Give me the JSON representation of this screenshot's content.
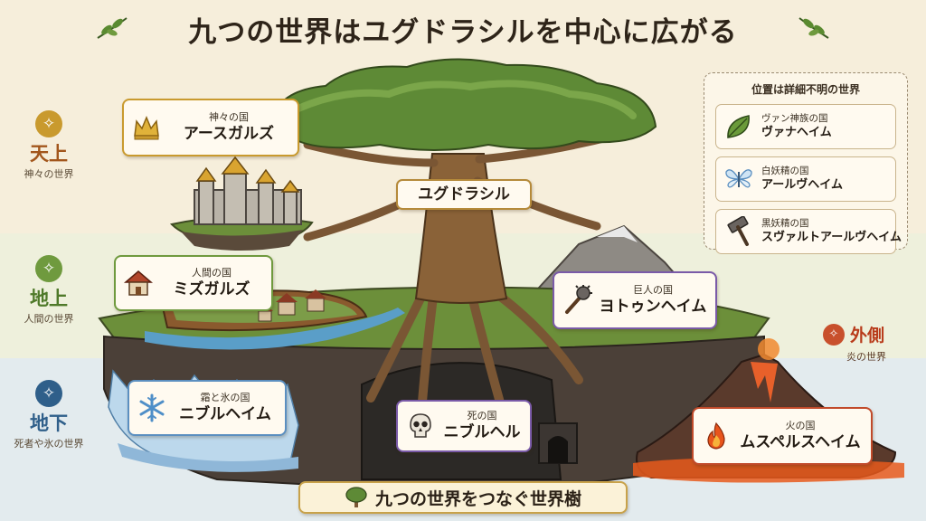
{
  "title": "九つの世界はユグドラシルを中心に広がる",
  "tiers": [
    {
      "name": "天上",
      "sub": "神々の世界",
      "color": "#c99a2e"
    },
    {
      "name": "地上",
      "sub": "人間の世界",
      "color": "#6f9a3e"
    },
    {
      "name": "地下",
      "sub": "死者や氷の世界",
      "color": "#2f5f8a"
    }
  ],
  "tree_label": "ユグドラシル",
  "worlds": {
    "asgard": {
      "sub": "神々の国",
      "name": "アースガルズ",
      "icon": "crown-icon"
    },
    "midgard": {
      "sub": "人間の国",
      "name": "ミズガルズ",
      "icon": "house-icon"
    },
    "jotunheim": {
      "sub": "巨人の国",
      "name": "ヨトゥンヘイム",
      "icon": "club-icon"
    },
    "niflheim": {
      "sub": "霜と氷の国",
      "name": "ニブルヘイム",
      "icon": "snowflake-icon"
    },
    "niflhel": {
      "sub": "死の国",
      "name": "ニブルヘル",
      "icon": "skull-icon"
    },
    "muspelheim": {
      "sub": "火の国",
      "name": "ムスペルスヘイム",
      "icon": "flame-icon"
    }
  },
  "unknown_panel": {
    "heading": "位置は詳細不明の世界",
    "items": [
      {
        "sub": "ヴァン神族の国",
        "name": "ヴァナヘイム",
        "icon": "leaf-icon"
      },
      {
        "sub": "白妖精の国",
        "name": "アールヴヘイム",
        "icon": "butterfly-icon"
      },
      {
        "sub": "黒妖精の国",
        "name": "スヴァルトアールヴヘイム",
        "icon": "hammer-icon"
      }
    ]
  },
  "outer": {
    "name": "外側",
    "sub": "炎の世界",
    "color": "#c8502c"
  },
  "footer": {
    "text": "九つの世界をつなぐ世界樹",
    "icon": "tree-icon"
  }
}
